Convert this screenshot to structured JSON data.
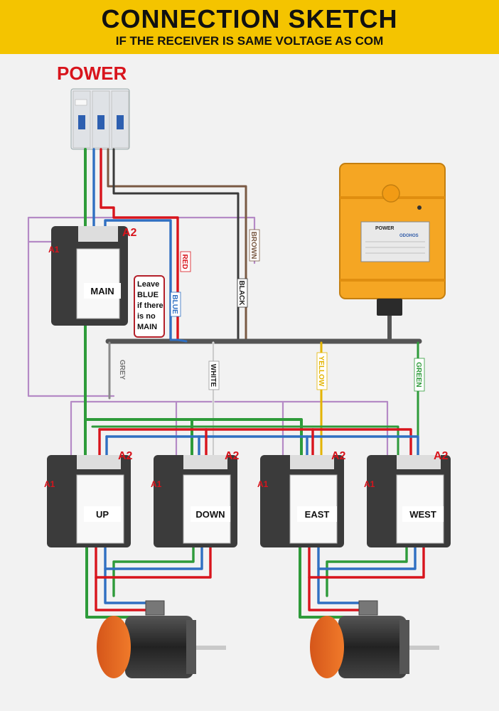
{
  "header": {
    "title": "CONNECTION SKETCH",
    "subtitle": "IF THE RECEIVER IS SAME VOLTAGE AS COM"
  },
  "power_label": "POWER",
  "contactors": {
    "main": "MAIN",
    "up": "UP",
    "down": "DOWN",
    "east": "EAST",
    "west": "WEST",
    "coil_a1": "A1",
    "coil_a2": "A2"
  },
  "note": {
    "line1": "Leave",
    "line2": "BLUE",
    "line3": "if there",
    "line4": "is no",
    "line5": "MAIN"
  },
  "wires": {
    "red": "RED",
    "blue": "BLUE",
    "brown": "BROWN",
    "black": "BLACK",
    "grey": "GREY",
    "white": "WHITE",
    "yellow": "YELLOW",
    "green": "GREEN"
  },
  "receiver": {
    "plate_title": "POWER",
    "brand": "ODOHOS"
  },
  "colors": {
    "header": "#f4c400",
    "red_wire": "#d8141c",
    "blue_wire": "#2f6fc2",
    "green_wire": "#2e9b3a",
    "brown_wire": "#7a5a44",
    "black_wire": "#3a3a3a",
    "purple_wire": "#b58ac6",
    "yellow_wire": "#e3b400",
    "receiver_body": "#f5a623"
  }
}
